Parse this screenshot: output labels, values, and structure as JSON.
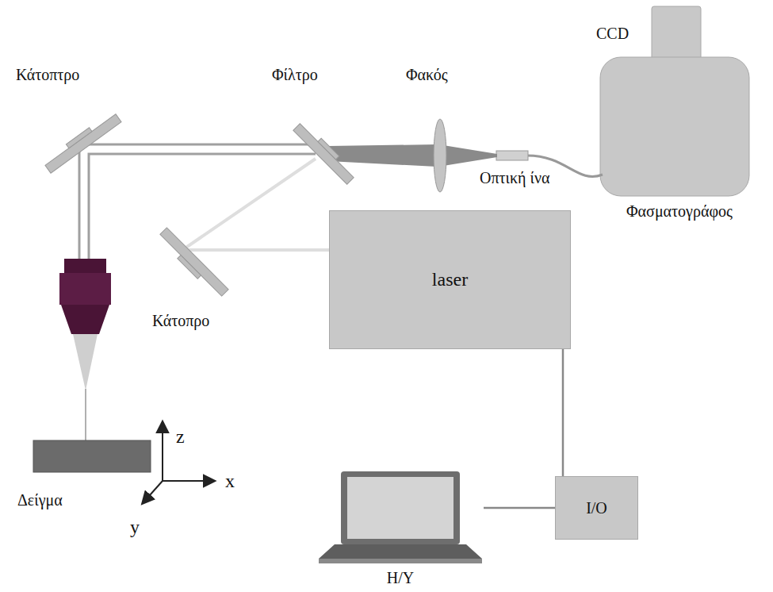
{
  "diagram": {
    "nodes": [
      {
        "text": [
          "laser"
        ]
      },
      {
        "text": [
          "I/O"
        ]
      },
      {
        "text": [
          "H/Y"
        ]
      }
    ],
    "edges": [
      {
        "from": 0,
        "to": 1,
        "arrow": "none"
      },
      {
        "from": 2,
        "to": 1,
        "arrow": "none"
      }
    ],
    "labels": [
      "Κάτοπτρο",
      "Φίλτρο",
      "Φακός",
      "CCD",
      "Οπτική ίνα",
      "Φασματογράφος",
      "Κάτοπρο",
      "z",
      "x",
      "Δείγμα",
      "y"
    ]
  }
}
